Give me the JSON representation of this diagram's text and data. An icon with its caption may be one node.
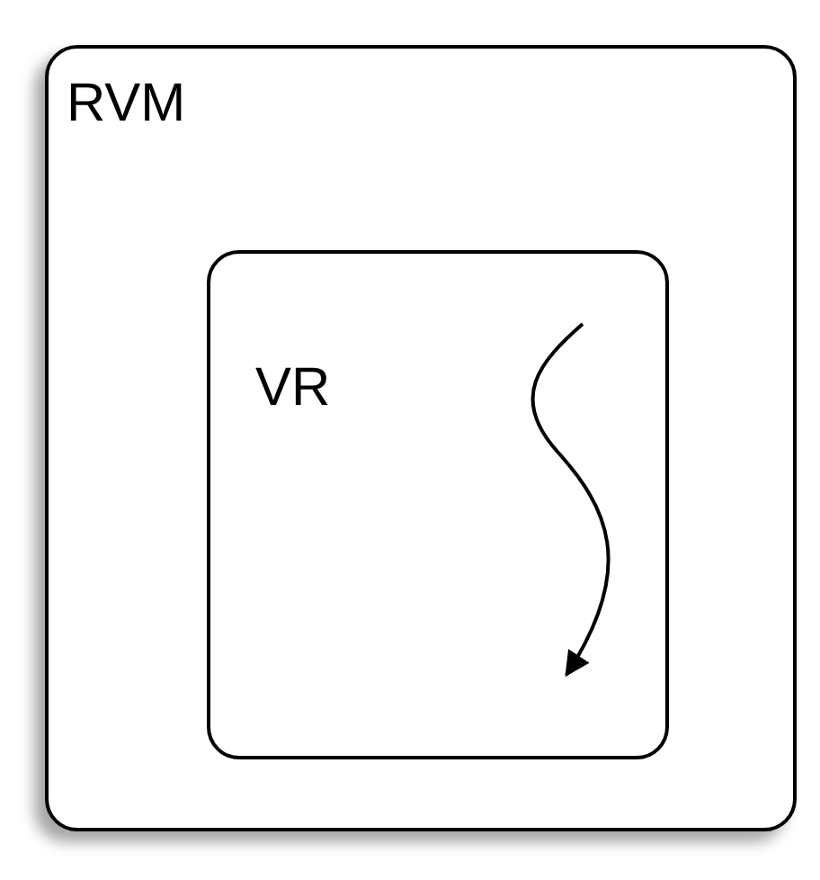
{
  "diagram": {
    "nodes": [
      {
        "text": [
          "RVM"
        ]
      },
      {
        "text": [
          "VR"
        ],
        "in": 0
      }
    ]
  }
}
